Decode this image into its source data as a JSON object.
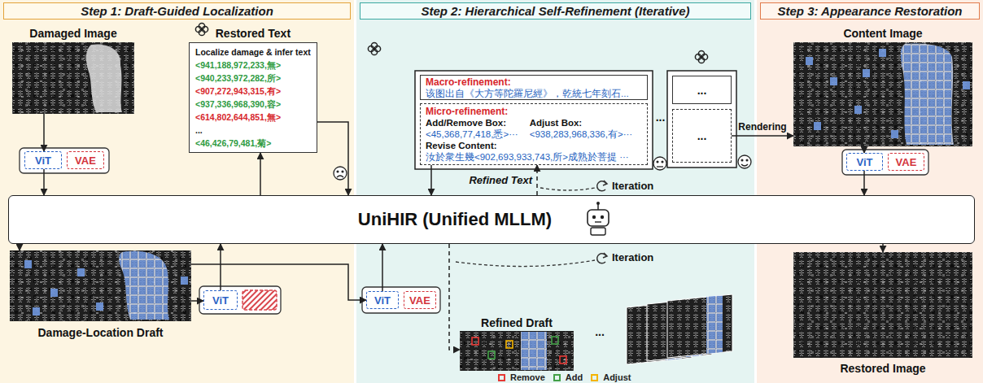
{
  "diagram": {
    "nodes": [
      {
        "text": [
          "Step 1: Draft-Guided Localization"
        ]
      },
      {
        "text": [
          "Step 2: Hierarchical Self-Refinement (Iterative)"
        ]
      },
      {
        "text": [
          "Step 3: Appearance Restoration"
        ]
      },
      {
        "text": [
          "Damaged Image"
        ],
        "in": 0
      },
      {
        "text": [
          "ViT"
        ],
        "in": 0
      },
      {
        "text": [
          "VAE"
        ],
        "in": 0
      },
      {
        "text": [
          "Restored Text",
          "Localize damage & infer text",
          "<941,188,972,233,無>",
          "<940,233,972,282,所>",
          "<907,272,943,315,有>",
          "<937,336,968,390,容>",
          "<614,802,644,851,無>",
          "...",
          "<46,426,79,481,菊>"
        ],
        "in": 0
      },
      {
        "text": [
          "UniHIR (Unified MLLM)"
        ]
      },
      {
        "text": [
          "Damage-Location Draft"
        ],
        "in": 0
      },
      {
        "text": [
          "ViT"
        ],
        "in": 0
      },
      {
        "text": [
          "ViT"
        ],
        "in": 1
      },
      {
        "text": [
          "VAE"
        ],
        "in": 1
      },
      {
        "text": [
          "Macro-refinement:",
          "该图出自《大方等陀羅尼經》，乾統七年刻石..."
        ],
        "in": 1
      },
      {
        "text": [
          "Micro-refinement:",
          "Add/Remove Box:",
          "<45,368,77,418,悉>···",
          "Adjust Box:",
          "<938,283,968,336,有>···",
          "Revise Content:",
          "汝於衆生幾<902,693,933,743,所>成熟於菩提 ···"
        ],
        "in": 1
      },
      {
        "text": [
          "Refined Draft"
        ],
        "in": 1
      },
      {
        "text": [
          "..."
        ],
        "in": 1
      },
      {
        "text": [
          "..."
        ],
        "in": 1
      },
      {
        "text": [
          "Content Image"
        ],
        "in": 2
      },
      {
        "text": [
          "ViT"
        ],
        "in": 2
      },
      {
        "text": [
          "VAE"
        ],
        "in": 2
      },
      {
        "text": [
          "Restored Image"
        ],
        "in": 2
      }
    ],
    "edges": [
      {
        "from": 3,
        "to": 4,
        "arrow": "to"
      },
      {
        "from": 4,
        "to": 7,
        "arrow": "to"
      },
      {
        "from": 7,
        "to": 6,
        "arrow": "to"
      },
      {
        "from": 7,
        "to": 8,
        "arrow": "to"
      },
      {
        "from": 8,
        "to": 9,
        "arrow": "to"
      },
      {
        "from": 9,
        "to": 7,
        "arrow": "to"
      },
      {
        "from": 6,
        "to": 7,
        "arrow": "to"
      },
      {
        "from": 8,
        "to": 10,
        "arrow": "to"
      },
      {
        "from": 10,
        "to": 7,
        "arrow": "to"
      },
      {
        "from": 13,
        "to": 7,
        "arrow": "to"
      },
      {
        "from": 7,
        "to": 13,
        "label": "Refined Text",
        "arrow": "to"
      },
      {
        "from": 7,
        "to": 14,
        "arrow": "to"
      },
      {
        "from": 16,
        "to": 17,
        "label": "Rendering",
        "arrow": "to"
      },
      {
        "from": 17,
        "to": 18,
        "arrow": "to"
      },
      {
        "from": 18,
        "to": 7,
        "arrow": "to"
      },
      {
        "from": 7,
        "to": 20,
        "arrow": "to"
      }
    ],
    "labels": [
      "...",
      "Iteration",
      "Iteration",
      "..."
    ],
    "legend": [
      {
        "text": "Remove",
        "color": "#e53935"
      },
      {
        "text": "Add",
        "color": "#43a047"
      },
      {
        "text": "Adjust",
        "color": "#f4b400"
      }
    ]
  }
}
